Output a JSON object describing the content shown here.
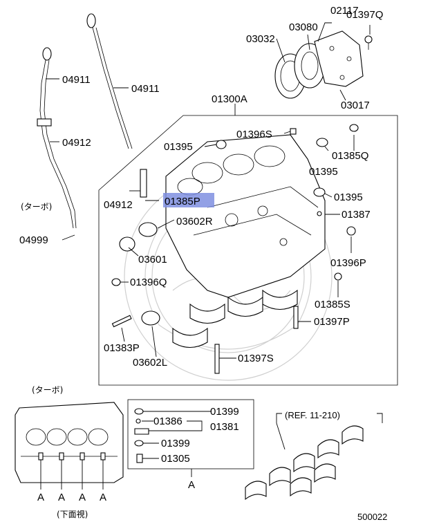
{
  "labels": {
    "p02117": "02117",
    "p01397Q": "01397Q",
    "p03080": "03080",
    "p03032": "03032",
    "p03017": "03017",
    "p04911_left": "04911",
    "p04911_right": "04911",
    "p04912_left": "04912",
    "turbo_left": "(ターボ)",
    "p04999": "04999",
    "p01300A": "01300A",
    "p01396S": "01396S",
    "p01395_a": "01395",
    "p01385Q": "01385Q",
    "p01395_b": "01395",
    "p04912_inner": "04912",
    "p01385P": "01385P",
    "p01395_c": "01395",
    "p03602R": "03602R",
    "p01387": "01387",
    "p03601": "03601",
    "p01396P": "01396P",
    "p01396Q": "01396Q",
    "p01385S": "01385S",
    "p01397P": "01397P",
    "p01383P": "01383P",
    "p03602L": "03602L",
    "p01397S": "01397S",
    "turbo_bottom": "(ターボ)",
    "bottom_view": "(下面視)",
    "p01399_a": "01399",
    "p01386": "01386",
    "p01381": "01381",
    "p01399_b": "01399",
    "p01305": "01305",
    "group_A": "A",
    "ref": "(REF. 11-210)",
    "diagram_no": "500022",
    "bottom_A1": "A",
    "bottom_A2": "A",
    "bottom_A3": "A",
    "bottom_A4": "A"
  },
  "highlight": {
    "part": "01385P",
    "color": "#7f8fe0"
  }
}
